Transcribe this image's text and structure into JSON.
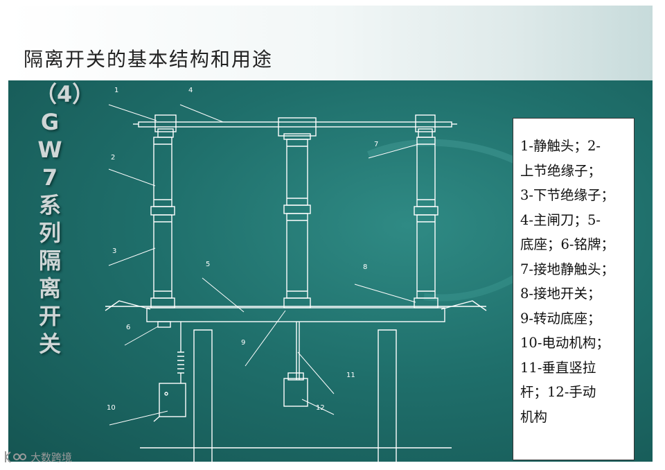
{
  "header": {
    "title": "隔离开关的基本结构和用途"
  },
  "side_title": "（4）GW7系列隔离开关",
  "callouts": [
    "1",
    "2",
    "3",
    "4",
    "5",
    "6",
    "7",
    "8",
    "9",
    "10",
    "11",
    "12"
  ],
  "legend": {
    "lines": [
      "1-静触头；2-",
      "上节绝缘子；",
      "3-下节绝缘子；",
      "4-主闸刀；5-",
      "底座；6-铭牌；",
      "7-接地静触头；",
      "8-接地开关；",
      "9-转动底座；",
      "10-电动机构；",
      "11-垂直竖拉",
      "杆；12-手动",
      "机构"
    ]
  },
  "watermark": {
    "text": "大数跨境"
  },
  "colors": {
    "line": "#ffffff",
    "panel": "#1f6f6b",
    "legend_bg": "#ffffff"
  }
}
